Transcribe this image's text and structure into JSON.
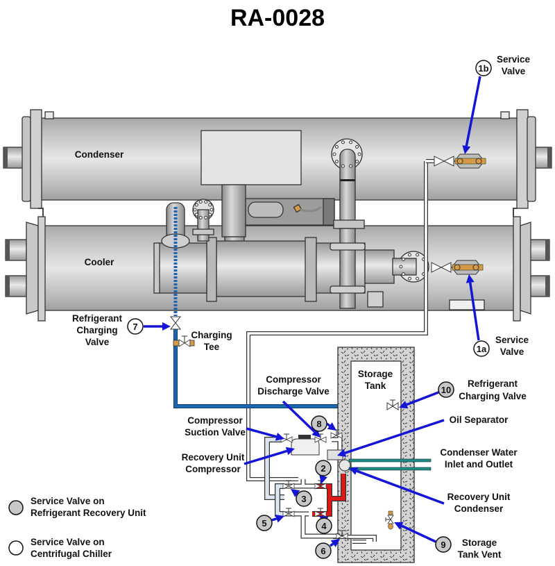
{
  "title": "RA-0028",
  "components": {
    "condenser": "Condenser",
    "cooler": "Cooler",
    "storage_tank_line1": "Storage",
    "storage_tank_line2": "Tank"
  },
  "callouts": {
    "c1b": {
      "num": "1b",
      "line1": "Service",
      "line2": "Valve",
      "type": "chiller"
    },
    "c1a": {
      "num": "1a",
      "line1": "Service",
      "line2": "Valve",
      "type": "chiller"
    },
    "c7": {
      "num": "7",
      "line1": "Refrigerant",
      "line2": "Charging",
      "line3": "Valve",
      "type": "chiller"
    },
    "charging_tee": {
      "line1": "Charging",
      "line2": "Tee"
    },
    "discharge_valve": {
      "line1": "Compressor",
      "line2": "Discharge Valve"
    },
    "suction_valve": {
      "line1": "Compressor",
      "line2": "Suction Valve"
    },
    "ru_compressor": {
      "line1": "Recovery Unit",
      "line2": "Compressor"
    },
    "c10": {
      "num": "10",
      "line1": "Refrigerant",
      "line2": "Charging Valve",
      "type": "recovery"
    },
    "oil_separator": {
      "line1": "Oil Separator"
    },
    "condenser_water": {
      "line1": "Condenser Water",
      "line2": "Inlet and Outlet"
    },
    "ru_condenser": {
      "line1": "Recovery Unit",
      "line2": "Condenser"
    },
    "c9": {
      "num": "9",
      "line1": "Storage",
      "line2": "Tank Vent",
      "type": "recovery"
    },
    "c8": {
      "num": "8",
      "type": "recovery"
    },
    "c2": {
      "num": "2",
      "type": "recovery"
    },
    "c3": {
      "num": "3",
      "type": "recovery"
    },
    "c4": {
      "num": "4",
      "type": "recovery"
    },
    "c5": {
      "num": "5",
      "type": "recovery"
    },
    "c6": {
      "num": "6",
      "type": "recovery"
    }
  },
  "legend": [
    {
      "symbol": "gray-circle",
      "line1": "Service Valve on",
      "line2": "Refrigerant Recovery Unit"
    },
    {
      "symbol": "white-circle",
      "line1": "Service Valve on",
      "line2": "Centrifugal Chiller"
    }
  ],
  "colors": {
    "arrow": "#1515d8",
    "charging_line": "#1a66b0",
    "hot_line": "#e01818",
    "water_line": "#1e8c84",
    "recovery_marker": "#c8c8c8",
    "brass": "#d49a48"
  }
}
